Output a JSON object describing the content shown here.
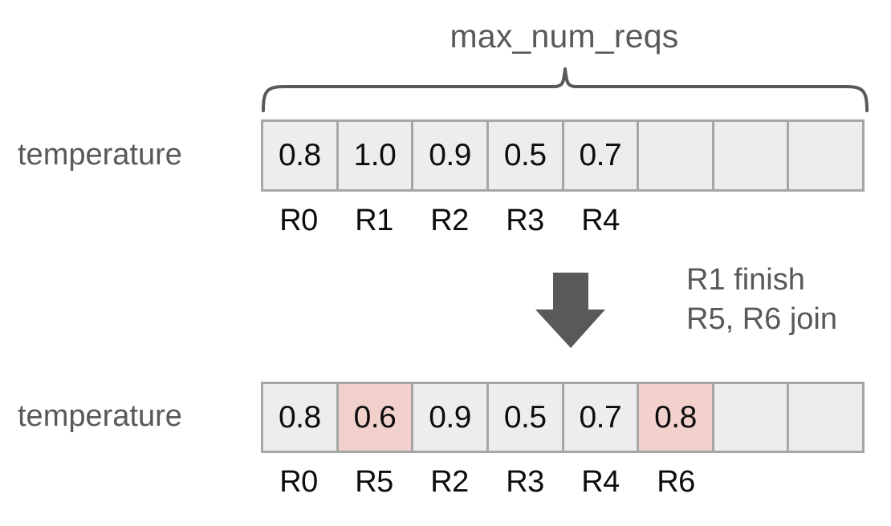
{
  "diagram": {
    "caption": "max_num_reqs",
    "rows": [
      {
        "label": "temperature",
        "cells": [
          {
            "value": "0.8",
            "highlight": false
          },
          {
            "value": "1.0",
            "highlight": false
          },
          {
            "value": "0.9",
            "highlight": false
          },
          {
            "value": "0.5",
            "highlight": false
          },
          {
            "value": "0.7",
            "highlight": false
          },
          {
            "value": "",
            "highlight": false
          },
          {
            "value": "",
            "highlight": false
          },
          {
            "value": "",
            "highlight": false
          }
        ],
        "ids": [
          "R0",
          "R1",
          "R2",
          "R3",
          "R4",
          "",
          "",
          ""
        ]
      },
      {
        "label": "temperature",
        "cells": [
          {
            "value": "0.8",
            "highlight": false
          },
          {
            "value": "0.6",
            "highlight": true
          },
          {
            "value": "0.9",
            "highlight": false
          },
          {
            "value": "0.5",
            "highlight": false
          },
          {
            "value": "0.7",
            "highlight": false
          },
          {
            "value": "0.8",
            "highlight": true
          },
          {
            "value": "",
            "highlight": false
          },
          {
            "value": "",
            "highlight": false
          }
        ],
        "ids": [
          "R0",
          "R5",
          "R2",
          "R3",
          "R4",
          "R6",
          "",
          ""
        ]
      }
    ],
    "transition": {
      "lines": [
        "R1 finish",
        "R5, R6 join"
      ],
      "arrow": "down-arrow-icon"
    },
    "colors": {
      "cell_fill": "#ededed",
      "cell_highlight": "#f2d1cd",
      "border": "#a6a6a6",
      "label_text": "#595959",
      "value_text": "#0d0d0d",
      "arrow": "#595959"
    }
  }
}
